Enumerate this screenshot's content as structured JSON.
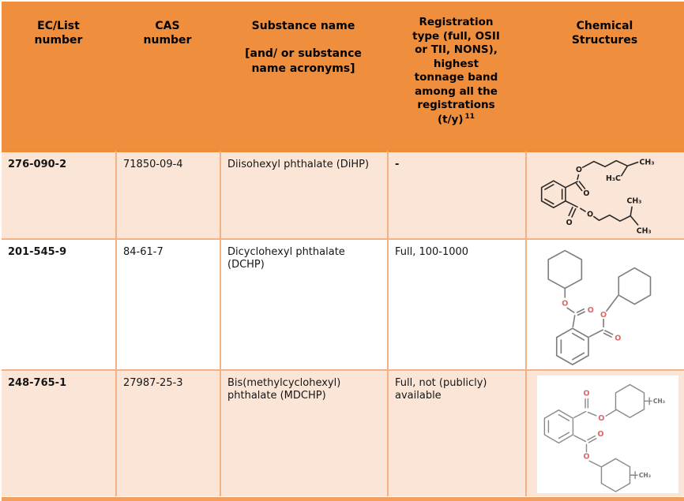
{
  "header": {
    "ec": "EC/List\nnumber",
    "cas": "CAS\nnumber",
    "substance_title": "Substance name",
    "substance_sub": "[and/ or substance\nname acronyms]",
    "registration": "Registration\ntype (full, OSII\nor TII, NONS),\nhighest\ntonnage band\namong all the\nregistrations\n(t/y)",
    "registration_sup": "11",
    "structures": "Chemical\nStructures"
  },
  "rows": [
    {
      "ec": "276-090-2",
      "cas": "71850-09-4",
      "name": "Diisohexyl phthalate (DiHP)",
      "registration": "-",
      "structure_icon": "diisohexyl-phthalate-structure"
    },
    {
      "ec": "201-545-9",
      "cas": "84-61-7",
      "name": "Dicyclohexyl phthalate (DCHP)",
      "registration": "Full, 100-1000",
      "structure_icon": "dicyclohexyl-phthalate-structure"
    },
    {
      "ec": "248-765-1",
      "cas": "27987-25-3",
      "name": "Bis(methylcyclohexyl) phthalate (MDCHP)",
      "registration": "Full, not (publicly) available",
      "structure_icon": "bis-methylcyclohexyl-phthalate-structure"
    }
  ],
  "atoms": {
    "o": "O",
    "ch3": "CH₃",
    "h3c": "H₃C"
  },
  "colors": {
    "header_orange": "#EF8E3D",
    "row_peach": "#FBE5D6",
    "grid_border": "#F4B183",
    "bottom_bar": "#F1A061",
    "oxygen_red": "#D96A6A",
    "bond_dark": "#2B2B2B",
    "bond_gray": "#7D7D7D"
  }
}
